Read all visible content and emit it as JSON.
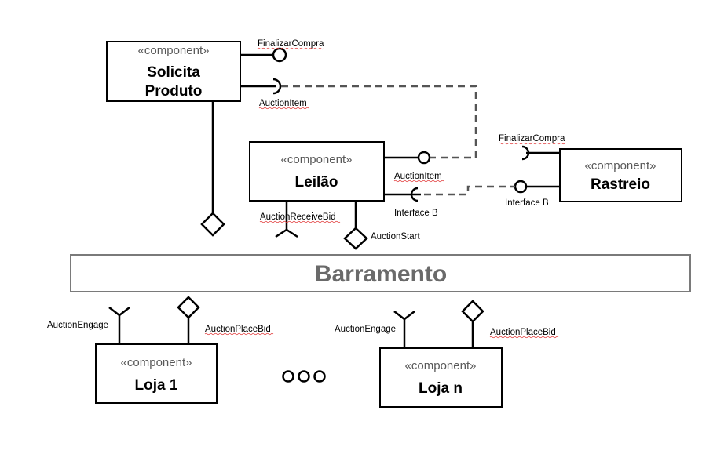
{
  "diagram": {
    "stereotype": "«component»",
    "components": {
      "solicita": {
        "line1": "Solicita",
        "line2": "Produto"
      },
      "leilao": {
        "name": "Leilão"
      },
      "rastreio": {
        "name": "Rastreio"
      },
      "loja1": {
        "name": "Loja 1"
      },
      "lojan": {
        "name": "Loja n"
      }
    },
    "bus": {
      "label": "Barramento"
    },
    "interfaces": {
      "finalizar_compra_solicita": "FinalizarCompra",
      "auction_item_solicita": "AuctionItem",
      "auction_item_leilao": "AuctionItem",
      "interface_b_leilao": "Interface B",
      "auction_receive_bid": "AuctionReceiveBid",
      "auction_start": "AuctionStart",
      "finalizar_compra_rastreio": "FinalizarCompra",
      "interface_b_rastreio": "Interface B",
      "auction_engage_loja1": "AuctionEngage",
      "auction_place_bid_loja1": "AuctionPlaceBid",
      "auction_engage_lojan": "AuctionEngage",
      "auction_place_bid_lojan": "AuctionPlaceBid"
    },
    "ellipsis_count": 3
  }
}
